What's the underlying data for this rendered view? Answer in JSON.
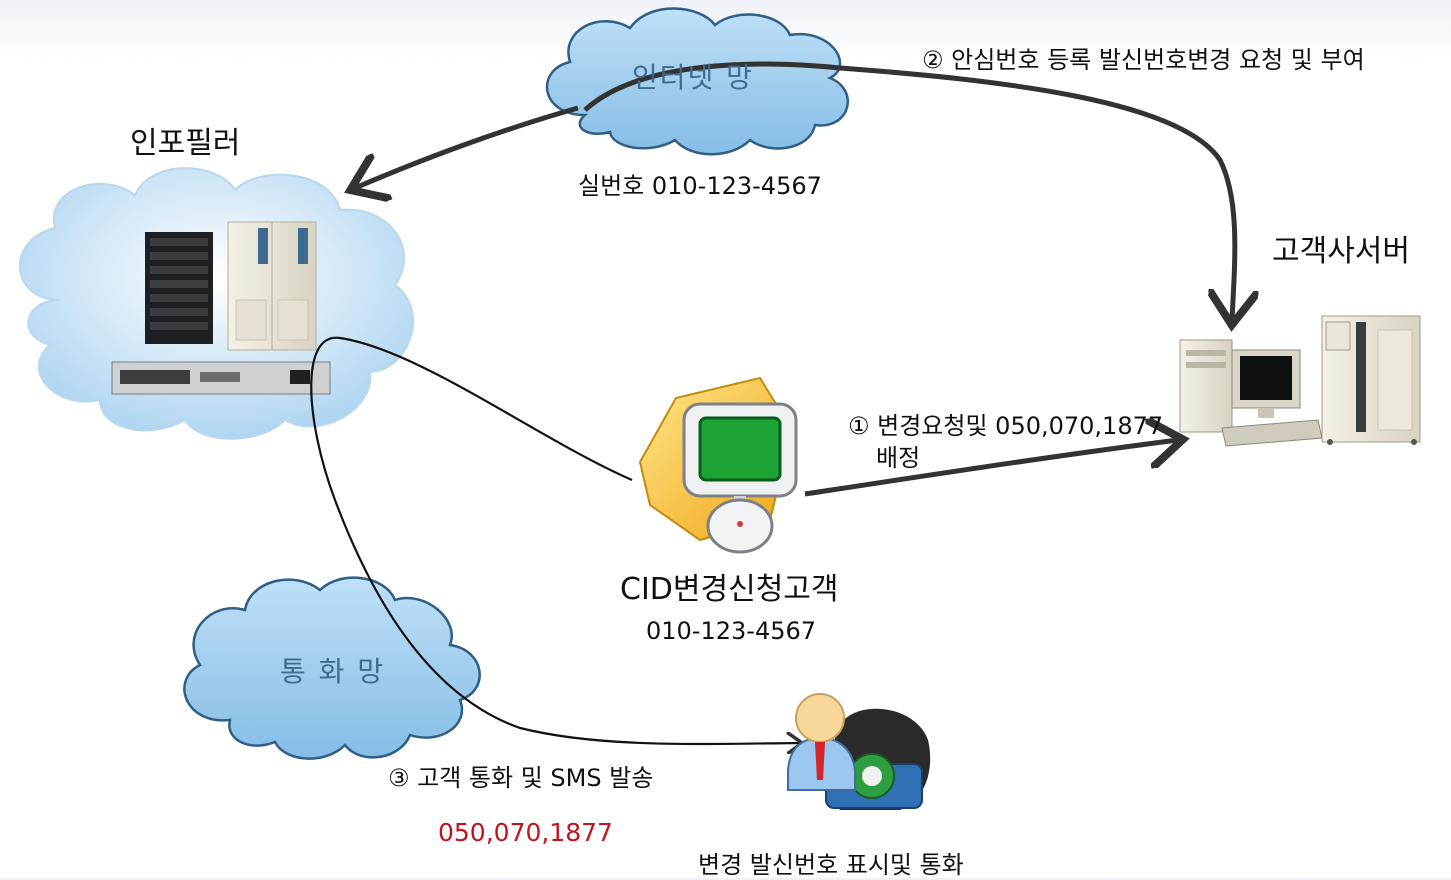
{
  "clouds": {
    "internet": "인터넷 망",
    "call": "통 화 망"
  },
  "nodes": {
    "infofilter": "인포필러",
    "customer_server": "고객사서버",
    "cid_customer": "CID변경신청고객",
    "cid_customer_number": "010-123-4567",
    "display_call": "변경 발신번호 표시및 통화"
  },
  "steps": {
    "step1_line1": "① 변경요청및 050,070,1877",
    "step1_line2": "배정",
    "step2": "② 안심번호 등록 발신번호변경 요청 및 부여",
    "step3": "③ 고객 통화 및 SMS 발송"
  },
  "numbers": {
    "real_number": "실번호 010-123-4567",
    "assigned_numbers": "050,070,1877"
  },
  "colors": {
    "cloud_fill": "#a9cdec",
    "cloud_stroke": "#2f5f86",
    "arrow": "#333333",
    "assigned_number": "#c0161b"
  }
}
